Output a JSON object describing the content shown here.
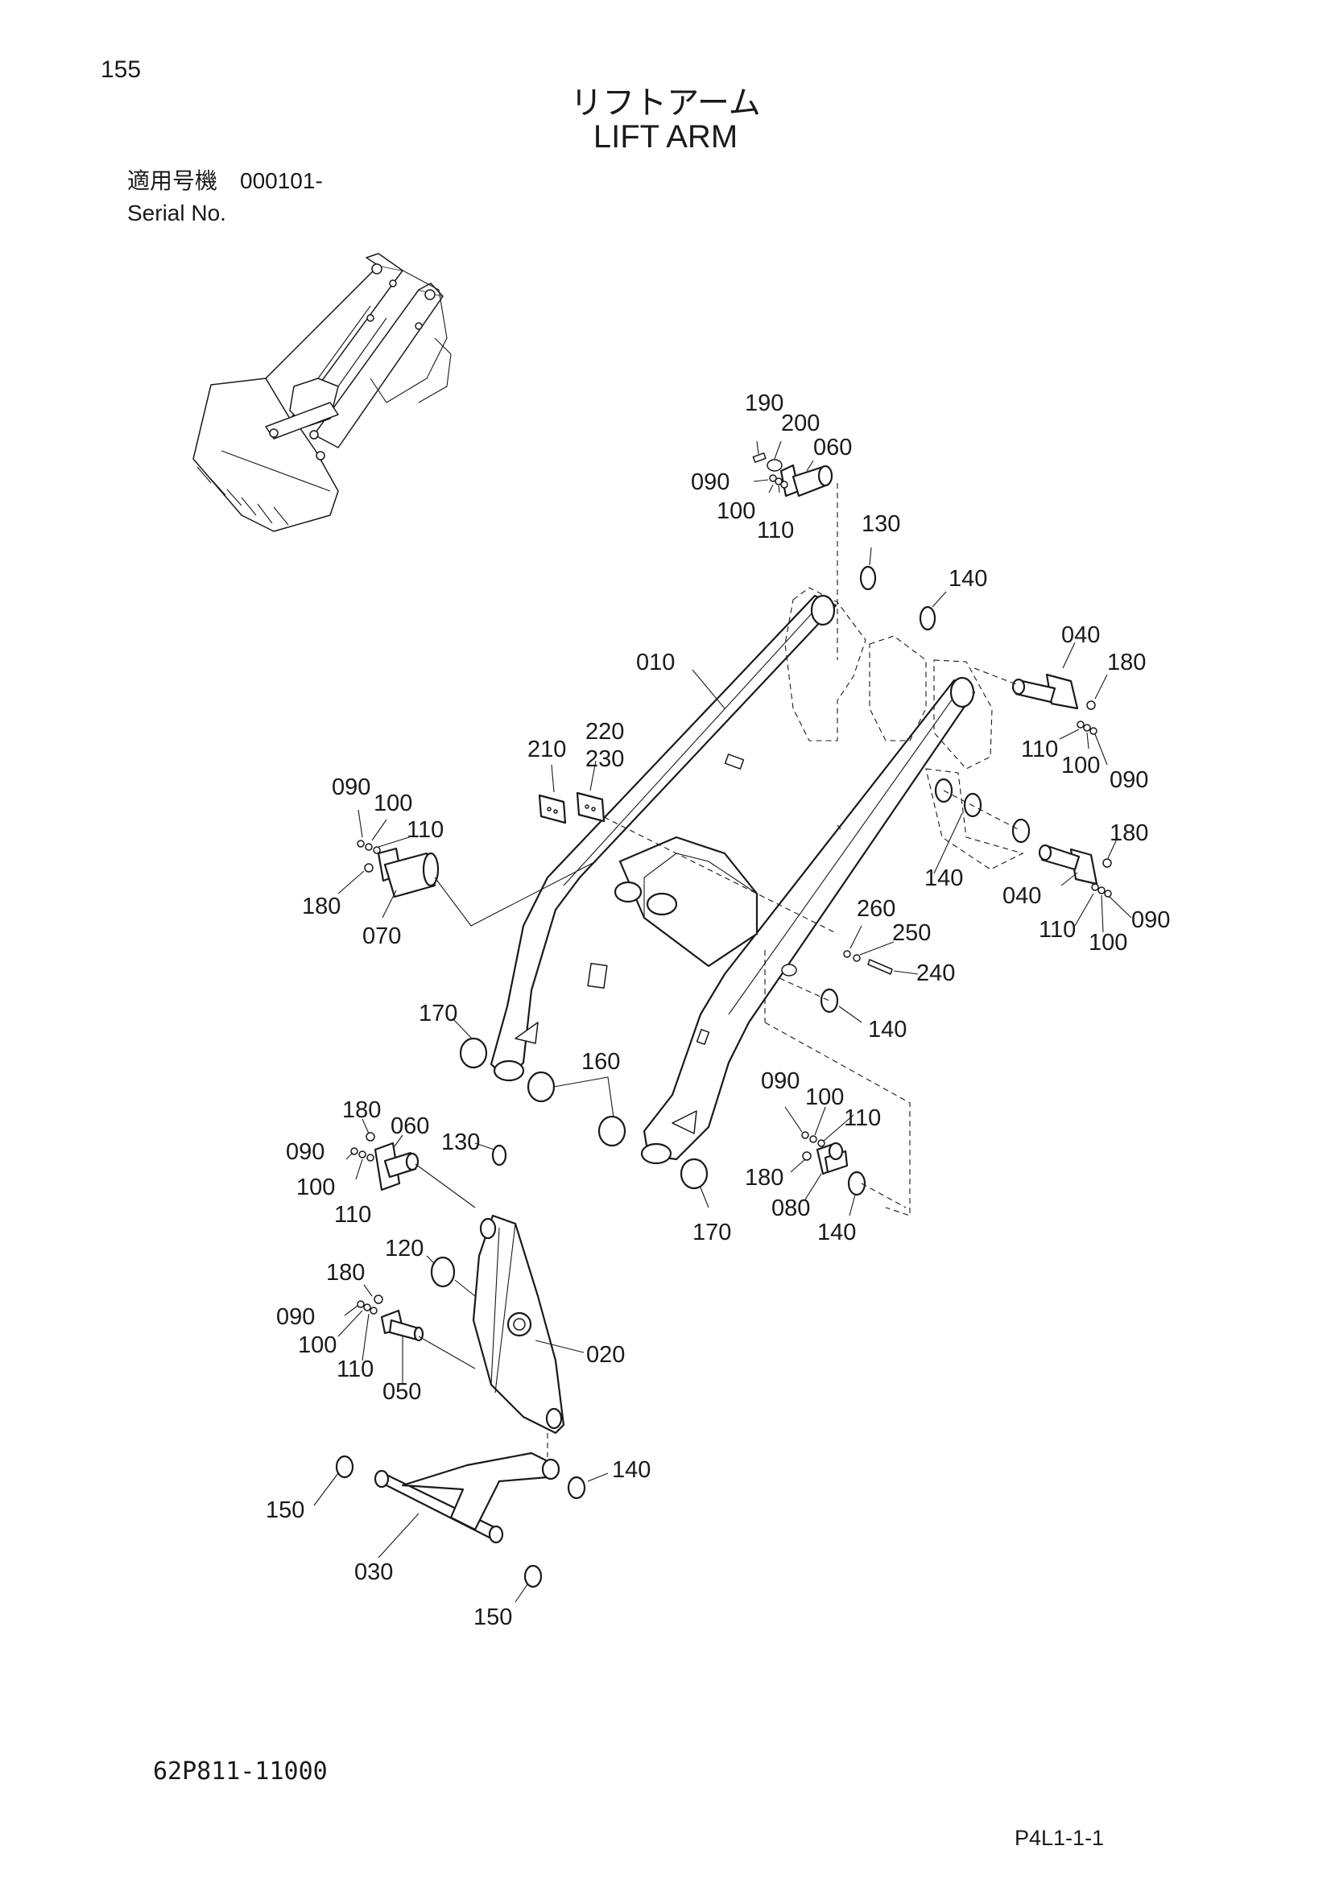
{
  "page_number": "155",
  "title_jp": "リフトアーム",
  "title_en": "LIFT ARM",
  "serial_label_jp": "適用号機",
  "serial_range": "000101-",
  "serial_label_en": "Serial No.",
  "drawing_number": "62P811-11000",
  "page_code": "P4L1-1-1",
  "callouts": {
    "c190_top": "190",
    "c200_top": "200",
    "c060_top": "060",
    "c090_top": "090",
    "c100_top": "100",
    "c110_top": "110",
    "c130_top": "130",
    "c140_top": "140",
    "c010": "010",
    "c040_upper": "040",
    "c180_upper": "180",
    "c110_upper": "110",
    "c100_upper": "100",
    "c090_upper": "090",
    "c210": "210",
    "c220": "220",
    "c230": "230",
    "c090_left": "090",
    "c100_left": "100",
    "c110_left": "110",
    "c180_left": "180",
    "c070": "070",
    "c140_mid": "140",
    "c040_lower": "040",
    "c180_lower": "180",
    "c110_lower": "110",
    "c100_lower": "100",
    "c090_lower": "090",
    "c260": "260",
    "c250": "250",
    "c240": "240",
    "c140_right": "140",
    "c170_left": "170",
    "c160": "160",
    "c170_right": "170",
    "c090_pin": "090",
    "c100_pin": "100",
    "c110_pin": "110",
    "c180_pin": "180",
    "c080": "080",
    "c140_pin": "140",
    "c180_bell": "180",
    "c060_bell": "060",
    "c130_bell": "130",
    "c090_bell": "090",
    "c100_bell": "100",
    "c110_bell": "110",
    "c120": "120",
    "c180_mid": "180",
    "c090_mid": "090",
    "c100_mid": "100",
    "c110_mid": "110",
    "c050": "050",
    "c020": "020",
    "c140_bottom": "140",
    "c150_left": "150",
    "c030": "030",
    "c150_bottom": "150"
  }
}
